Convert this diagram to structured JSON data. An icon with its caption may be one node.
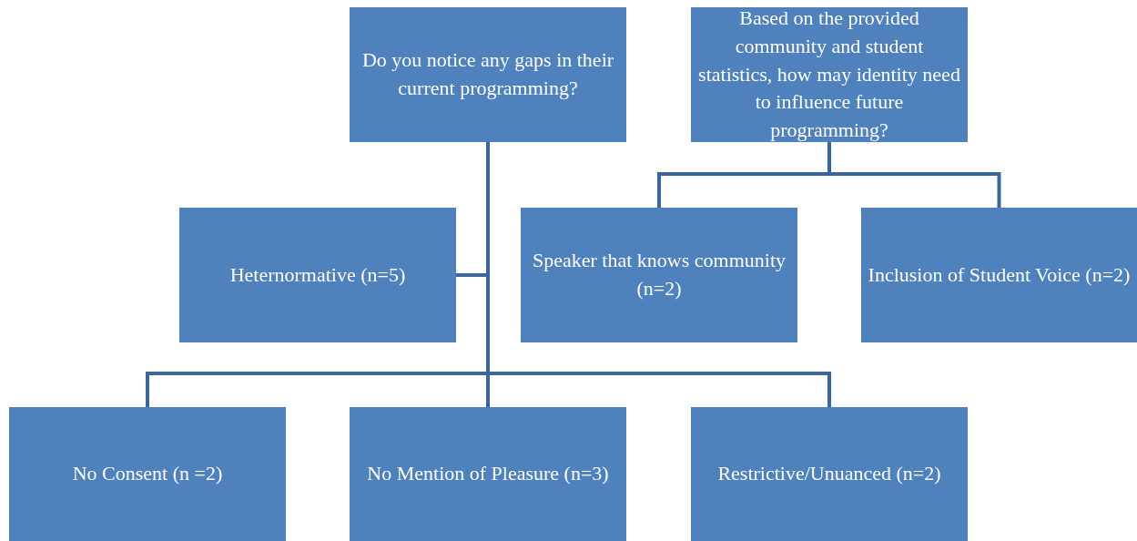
{
  "diagram": {
    "nodes": [
      {
        "text": [
          "Do you notice any gaps in their current programming?"
        ]
      },
      {
        "text": [
          "Based on the provided community and student statistics, how may identity need to influence future programming?"
        ]
      },
      {
        "text": [
          "Heternormative (n=5)"
        ]
      },
      {
        "text": [
          "Speaker that knows community (n=2)"
        ]
      },
      {
        "text": [
          "Inclusion of Student Voice (n=2)"
        ]
      },
      {
        "text": [
          "No Consent (n =2)"
        ]
      },
      {
        "text": [
          "No Mention of Pleasure (n=3)"
        ]
      },
      {
        "text": [
          "Restrictive/Unuanced (n=2)"
        ]
      }
    ],
    "edges": [
      {
        "from": 0,
        "to": 2,
        "arrow": "none"
      },
      {
        "from": 0,
        "to": 5,
        "arrow": "none"
      },
      {
        "from": 0,
        "to": 6,
        "arrow": "none"
      },
      {
        "from": 0,
        "to": 7,
        "arrow": "none"
      },
      {
        "from": 1,
        "to": 3,
        "arrow": "none"
      },
      {
        "from": 1,
        "to": 4,
        "arrow": "none"
      }
    ]
  }
}
